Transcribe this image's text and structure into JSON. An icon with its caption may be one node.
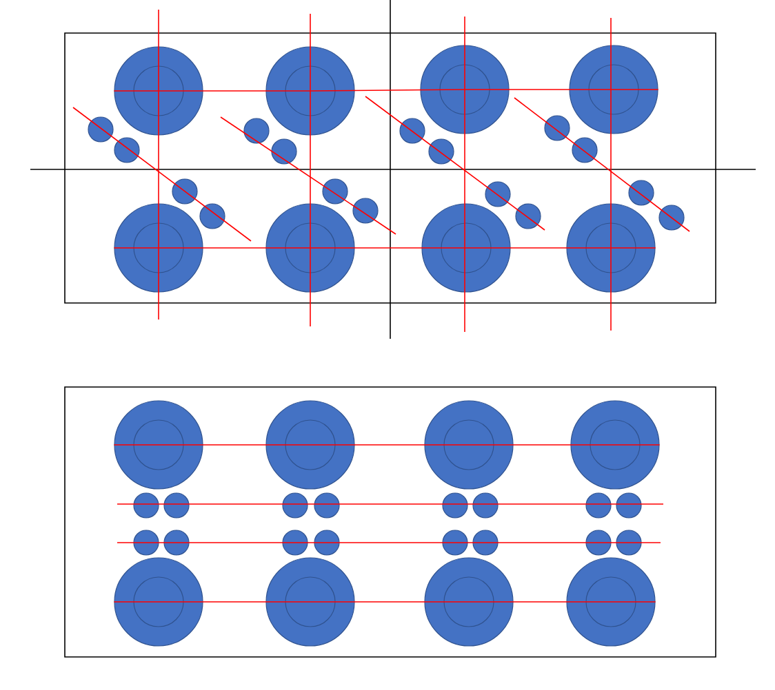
{
  "diagram": {
    "nodes": [
      {
        "text": [],
        "shape": "circle"
      },
      {
        "text": [],
        "shape": "circle"
      },
      {
        "text": [],
        "shape": "circle"
      },
      {
        "text": [],
        "shape": "circle"
      },
      {
        "text": [],
        "shape": "circle"
      },
      {
        "text": [],
        "shape": "circle"
      },
      {
        "text": [],
        "shape": "circle"
      },
      {
        "text": [],
        "shape": "circle"
      },
      {
        "text": [],
        "shape": "circle"
      },
      {
        "text": [],
        "shape": "circle"
      },
      {
        "text": [],
        "shape": "circle"
      },
      {
        "text": [],
        "shape": "circle"
      },
      {
        "text": [],
        "shape": "circle"
      },
      {
        "text": [],
        "shape": "circle"
      },
      {
        "text": [],
        "shape": "circle"
      },
      {
        "text": [],
        "shape": "circle"
      },
      {
        "text": [],
        "shape": "circle"
      },
      {
        "text": [],
        "shape": "circle"
      },
      {
        "text": [],
        "shape": "circle"
      },
      {
        "text": [],
        "shape": "circle"
      },
      {
        "text": [],
        "shape": "circle"
      },
      {
        "text": [],
        "shape": "circle"
      },
      {
        "text": [],
        "shape": "circle"
      },
      {
        "text": [],
        "shape": "circle"
      },
      {
        "text": [],
        "shape": "circle"
      },
      {
        "text": [],
        "shape": "circle"
      },
      {
        "text": [],
        "shape": "circle"
      },
      {
        "text": [],
        "shape": "circle"
      },
      {
        "text": [],
        "shape": "circle"
      },
      {
        "text": [],
        "shape": "circle"
      },
      {
        "text": [],
        "shape": "circle"
      },
      {
        "text": [],
        "shape": "circle"
      },
      {
        "text": [],
        "shape": "circle"
      },
      {
        "text": [],
        "shape": "circle"
      },
      {
        "text": [],
        "shape": "circle"
      },
      {
        "text": [],
        "shape": "circle"
      },
      {
        "text": [],
        "shape": "circle"
      },
      {
        "text": [],
        "shape": "circle"
      },
      {
        "text": [],
        "shape": "circle"
      },
      {
        "text": [],
        "shape": "circle"
      },
      {
        "text": [],
        "shape": "circle"
      },
      {
        "text": [],
        "shape": "circle"
      },
      {
        "text": [],
        "shape": "circle"
      },
      {
        "text": [],
        "shape": "circle"
      },
      {
        "text": [],
        "shape": "circle"
      },
      {
        "text": [],
        "shape": "circle"
      },
      {
        "text": [],
        "shape": "circle"
      },
      {
        "text": [],
        "shape": "circle"
      }
    ],
    "edges": [
      {
        "from": 0,
        "to": 1,
        "arrow": "none",
        "color": "#ff0000"
      },
      {
        "from": 1,
        "to": 2,
        "arrow": "none",
        "color": "#ff0000"
      },
      {
        "from": 2,
        "to": 3,
        "arrow": "none",
        "color": "#ff0000"
      },
      {
        "from": 4,
        "to": 5,
        "arrow": "none",
        "color": "#ff0000"
      },
      {
        "from": 5,
        "to": 6,
        "arrow": "none",
        "color": "#ff0000"
      },
      {
        "from": 6,
        "to": 7,
        "arrow": "none",
        "color": "#ff0000"
      },
      {
        "from": 24,
        "to": 25,
        "arrow": "none",
        "color": "#ff0000"
      },
      {
        "from": 25,
        "to": 26,
        "arrow": "none",
        "color": "#ff0000"
      },
      {
        "from": 26,
        "to": 27,
        "arrow": "none",
        "color": "#ff0000"
      },
      {
        "from": 28,
        "to": 29,
        "arrow": "none",
        "color": "#ff0000"
      },
      {
        "from": 29,
        "to": 30,
        "arrow": "none",
        "color": "#ff0000"
      },
      {
        "from": 30,
        "to": 31,
        "arrow": "none",
        "color": "#ff0000"
      }
    ]
  }
}
